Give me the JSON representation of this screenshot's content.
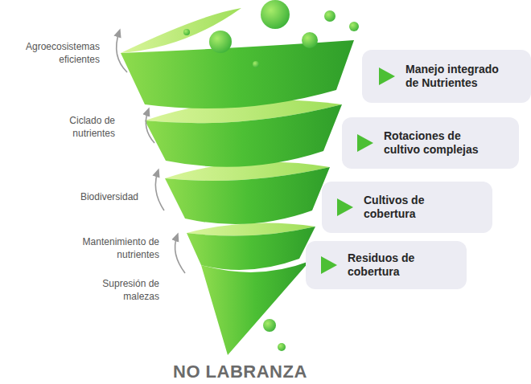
{
  "diagram": {
    "title": "NO LABRANZA",
    "nodes": [
      {
        "text": [
          "Manejo integrado de Nutrientes"
        ]
      },
      {
        "text": [
          "Rotaciones de cultivo complejas"
        ]
      },
      {
        "text": [
          "Cultivos de cobertura"
        ]
      },
      {
        "text": [
          "Residuos de cobertura"
        ]
      }
    ],
    "labels": [
      "Agroecosistemas eficientes",
      "Ciclado de nutrientes",
      "Biodiversidad",
      "Mantenimiento de nutrientes",
      "Supresión de malezas"
    ]
  }
}
